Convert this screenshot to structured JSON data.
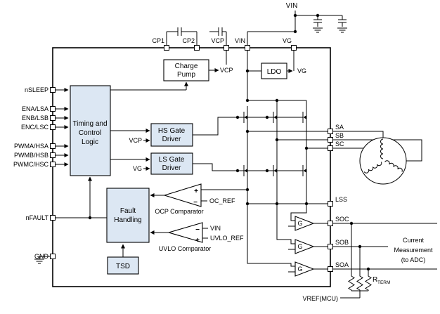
{
  "pins": {
    "top": [
      "CP1",
      "CP2",
      "VCP",
      "VIN",
      "VG"
    ],
    "left": [
      "nSLEEP",
      "ENA/LSA",
      "ENB/LSB",
      "ENC/LSC",
      "PWMA/HSA",
      "PWMB/HSB",
      "PWMC/HSC",
      "nFAULT",
      "GND"
    ],
    "right": [
      "SA",
      "SB",
      "SC",
      "LSS",
      "SOC",
      "SOB",
      "SOA"
    ]
  },
  "blocks": {
    "charge_pump": {
      "line1": "Charge",
      "line2": "Pump"
    },
    "ldo": {
      "label": "LDO"
    },
    "timing": {
      "line1": "Timing and",
      "line2": "Control",
      "line3": "Logic"
    },
    "hs_driver": {
      "line1": "HS Gate",
      "line2": "Driver"
    },
    "ls_driver": {
      "line1": "LS Gate",
      "line2": "Driver"
    },
    "fault": {
      "line1": "Fault",
      "line2": "Handling"
    },
    "tsd": {
      "label": "TSD"
    }
  },
  "nets": {
    "vin_top": "VIN",
    "vcp_net": "VCP",
    "vg_net": "VG",
    "vcp_drv": "VCP",
    "vg_drv": "VG",
    "oc_ref": "OC_REF",
    "vin_cmp": "VIN",
    "uvlo_ref": "UVLO_REF",
    "vref_mcu": "VREF(MCU)",
    "rterm_r": "R",
    "rterm_sub": "TERM"
  },
  "comparators": {
    "ocp_label": "OCP Comparator",
    "uvlo_label": "UVLO Comparator",
    "plus": "+",
    "minus": "−"
  },
  "amps": {
    "gain_label": "G"
  },
  "annotations": {
    "cm_line1": "Current",
    "cm_line2": "Measurement",
    "cm_line3": "(to ADC)"
  },
  "colors": {
    "block_fill": "#dce7f3",
    "white": "#ffffff",
    "ldo_stroke": "#4f81bd",
    "wire": "#000000"
  }
}
